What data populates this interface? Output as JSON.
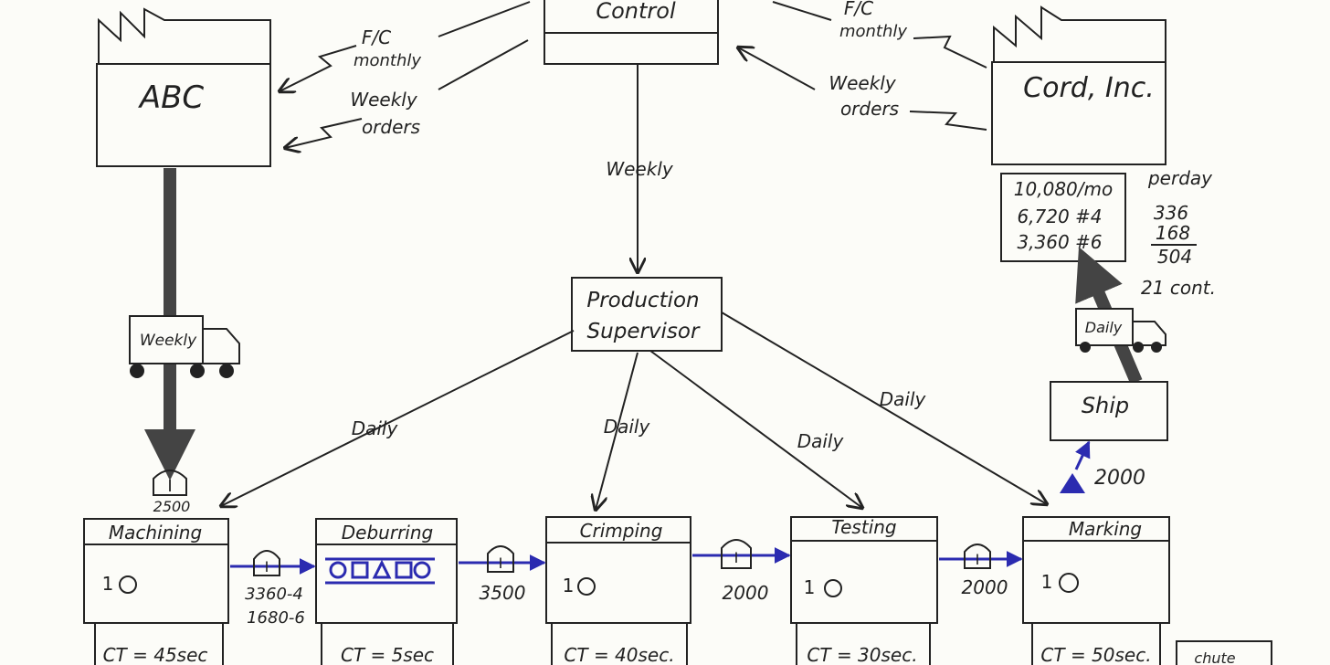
{
  "suppliers": {
    "left": "ABC",
    "right": "Cord, Inc."
  },
  "control": {
    "label": "Control"
  },
  "info_flows": {
    "fc_left": [
      "F/C",
      "monthly"
    ],
    "orders_left": [
      "Weekly",
      "orders"
    ],
    "fc_right": [
      "F/C",
      "monthly"
    ],
    "orders_right": [
      "Weekly",
      "orders"
    ],
    "weekly_down": "Weekly"
  },
  "supervisor": {
    "line1": "Production",
    "line2": "Supervisor"
  },
  "daily_labels": [
    "Daily",
    "Daily",
    "Daily",
    "Daily"
  ],
  "demand": {
    "line1": "10,080/mo",
    "line2": "6,720 #4",
    "line3": "3,360 #6",
    "perday": "perday",
    "v1": "336",
    "v2": "168",
    "v3": "504",
    "cont": "21 cont."
  },
  "trucks": {
    "left": "Weekly",
    "right": "Daily"
  },
  "ship": {
    "label": "Ship"
  },
  "inventory": {
    "raw": "2500",
    "ship_in": "2000",
    "after_machining_1": "3360-4",
    "after_machining_2": "1680-6",
    "after_deburring": "3500",
    "after_crimping": "2000",
    "after_testing": "2000",
    "symbol": "I"
  },
  "processes": [
    {
      "name": "Machining",
      "ops": "1",
      "ct": "CT = 45sec"
    },
    {
      "name": "Deburring",
      "ops": "",
      "ct": "CT = 5sec"
    },
    {
      "name": "Crimping",
      "ops": "1",
      "ct": "CT = 40sec."
    },
    {
      "name": "Testing",
      "ops": "1",
      "ct": "CT = 30sec."
    },
    {
      "name": "Marking",
      "ops": "1",
      "ct": "CT = 50sec."
    }
  ],
  "corner_note": "chute"
}
